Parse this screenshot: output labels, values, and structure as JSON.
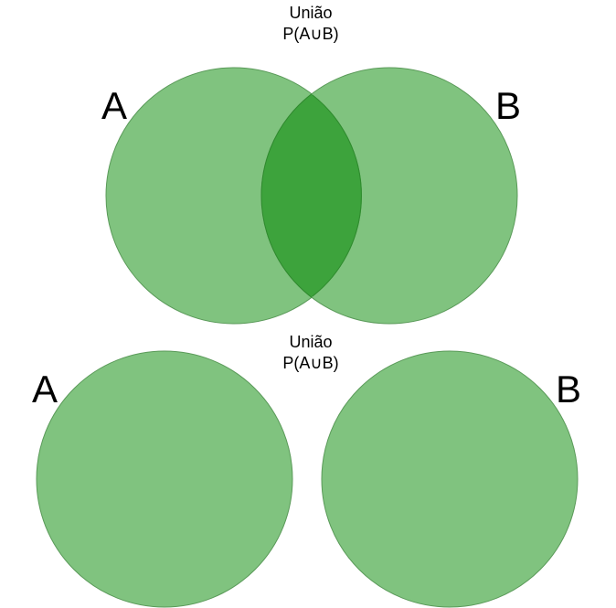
{
  "diagrams": [
    {
      "title_line1": "União",
      "title_line2": "P(A∪B)",
      "label_a": "A",
      "label_b": "B"
    },
    {
      "title_line1": "União",
      "title_line2": "P(A∪B)",
      "label_a": "A",
      "label_b": "B"
    }
  ],
  "colors": {
    "circle_fill": "#80c37f",
    "circle_stroke": "#5a9a59",
    "intersection_fill": "#3da33c"
  }
}
